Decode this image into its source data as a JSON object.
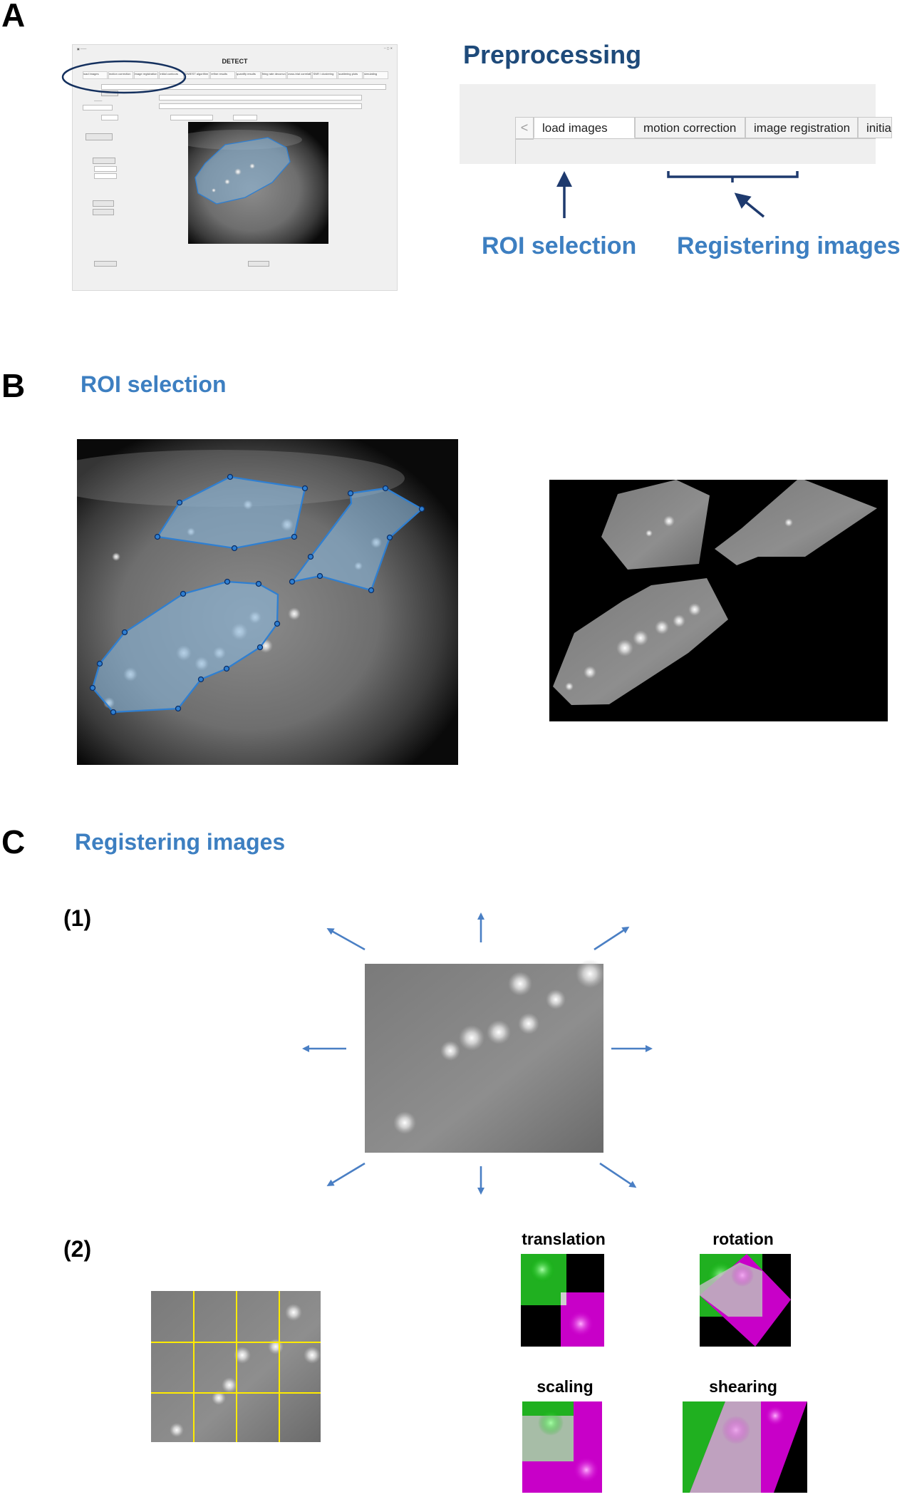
{
  "panel_a": {
    "letter": "A",
    "heading": "Preprocessing",
    "gui": {
      "window_title": "DETECT",
      "tabs": [
        "load images",
        "motion correction",
        "image registration",
        "initial contours",
        "DWEST algorithm",
        "refine results",
        "quantify results",
        "firing rate deconvolution",
        "cross-trial correlations",
        "SNR / clustering",
        "scattering plots",
        "simulating"
      ]
    },
    "tab_strip": {
      "tabs": [
        "load images",
        "motion correction",
        "image registration",
        "initial"
      ],
      "scroll_left_glyph": "<"
    },
    "label_roi": "ROI selection",
    "label_registering": "Registering images"
  },
  "panel_b": {
    "letter": "B",
    "heading": "ROI selection"
  },
  "panel_c": {
    "letter": "C",
    "heading": "Registering images",
    "sub1": "(1)",
    "sub2": "(2)",
    "transforms": [
      "translation",
      "rotation",
      "scaling",
      "shearing"
    ]
  },
  "colors": {
    "accent_blue": "#3d7fc1",
    "dark_blue": "#1e4a7a",
    "roi_fill": "#8ab8dc",
    "roi_stroke": "#2f7fd1",
    "grid_yellow": "#ffeb00",
    "overlay_green": "#00c800",
    "overlay_magenta": "#e000e0"
  }
}
